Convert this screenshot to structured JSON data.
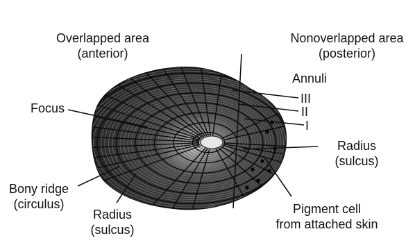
{
  "labels": {
    "overlapped_line1": "Overlapped area",
    "overlapped_line2": "(anterior)",
    "nonoverlapped_line1": "Nonoverlapped area",
    "nonoverlapped_line2": "(posterior)",
    "annuli": "Annuli",
    "annulus_3": "III",
    "annulus_2": "II",
    "annulus_1": "I",
    "focus": "Focus",
    "radius_right_line1": "Radius",
    "radius_right_line2": "(sulcus)",
    "bony_ridge_line1": "Bony ridge",
    "bony_ridge_line2": "(circulus)",
    "radius_bottom_line1": "Radius",
    "radius_bottom_line2": "(sulcus)",
    "pigment_line1": "Pigment cell",
    "pigment_line2": "from attached skin"
  },
  "colors": {
    "ink": "#111111",
    "scale_dark": "#1e1e1e",
    "scale_mid": "#3a3a3a",
    "scale_light": "#9a9a9a"
  }
}
